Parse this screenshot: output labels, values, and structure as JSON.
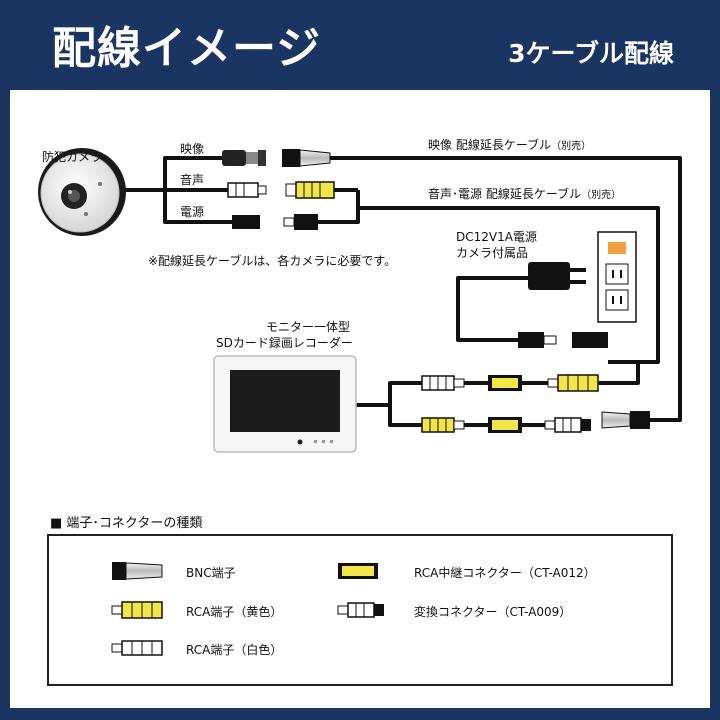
{
  "header": {
    "title": "配線イメージ",
    "subtitle": "3ケーブル配線"
  },
  "labels": {
    "camera": "防犯カメラ",
    "video": "映像",
    "audio": "音声",
    "power": "電源",
    "video_cable": "映像 配線延長ケーブル",
    "sold_separately": "（別売）",
    "audio_power_cable": "音声･電源 配線延長ケーブル",
    "note": "※配線延長ケーブルは、各カメラに必要です。",
    "dc_power": "DC12V1A電源",
    "dc_power_sub": "カメラ付属品",
    "monitor_line1": "モニター一体型",
    "monitor_line2": "SDカード録画レコーダー"
  },
  "legend": {
    "title": "■ 端子･コネクターの種類",
    "items": [
      {
        "label": "BNC端子"
      },
      {
        "label": "RCA中継コネクター（CT-A012）"
      },
      {
        "label": "RCA端子（黄色）"
      },
      {
        "label": "変換コネクター（CT-A009）"
      },
      {
        "label": "RCA端子（白色）"
      }
    ]
  },
  "colors": {
    "navy": "#1b3563",
    "yellow": "#f2e54a",
    "orange": "#f0a040",
    "cable": "#111111"
  }
}
